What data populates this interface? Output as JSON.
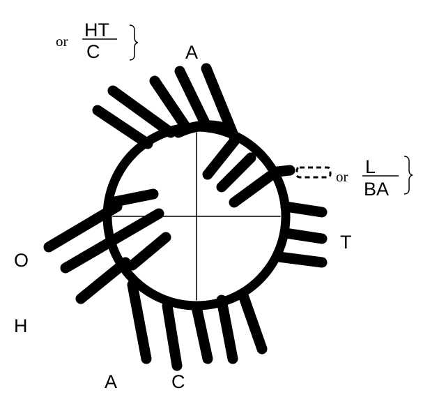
{
  "labels": {
    "top_or": "or",
    "top_ht": "HT",
    "top_c": "C",
    "top_a": "A",
    "right_or": "or",
    "right_l": "L",
    "right_ba": "BA",
    "right_t": "T",
    "left_o": "O",
    "left_h": "H",
    "bottom_a": "A",
    "bottom_c": "C"
  },
  "colors": {
    "ink": "#000000",
    "paper": "#ffffff"
  }
}
